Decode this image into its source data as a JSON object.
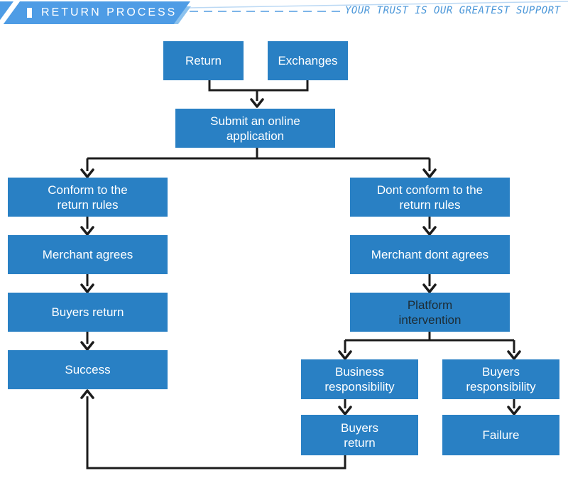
{
  "header": {
    "title": "RETURN PROCESS",
    "slogan": "YOUR TRUST IS OUR GREATEST SUPPORT",
    "colors": {
      "banner_blue": "#4e9ce5",
      "accent_light_blue": "#8cc2ee",
      "slogan_text": "#4b97d9",
      "dashed_line": "#7db5e8"
    }
  },
  "flowchart": {
    "box_color": "#2980c4",
    "box_text_color": "#ffffff",
    "platform_text_color": "#1d2b33",
    "connector_color": "#1c1c1c",
    "nodes": {
      "return_box": {
        "label": "Return"
      },
      "exchanges": {
        "label": "Exchanges"
      },
      "submit": {
        "label": "Submit an online\napplication"
      },
      "conform": {
        "label": "Conform to the\nreturn rules"
      },
      "dont_conform": {
        "label": "Dont conform to the\nreturn rules"
      },
      "merchant_agrees": {
        "label": "Merchant agrees"
      },
      "merchant_dont_agrees": {
        "label": "Merchant dont agrees"
      },
      "buyers_return": {
        "label": "Buyers return"
      },
      "platform_intervention": {
        "label": "Platform\nintervention"
      },
      "success": {
        "label": "Success"
      },
      "business_responsibility": {
        "label": "Business\nresponsibility"
      },
      "buyers_responsibility": {
        "label": "Buyers\nresponsibility"
      },
      "buyers_return_2": {
        "label": "Buyers\nreturn"
      },
      "failure": {
        "label": "Failure"
      }
    },
    "edges": [
      {
        "from": "return_box",
        "to": "submit"
      },
      {
        "from": "exchanges",
        "to": "submit"
      },
      {
        "from": "submit",
        "to": "conform"
      },
      {
        "from": "submit",
        "to": "dont_conform"
      },
      {
        "from": "conform",
        "to": "merchant_agrees"
      },
      {
        "from": "merchant_agrees",
        "to": "buyers_return"
      },
      {
        "from": "buyers_return",
        "to": "success"
      },
      {
        "from": "dont_conform",
        "to": "merchant_dont_agrees"
      },
      {
        "from": "merchant_dont_agrees",
        "to": "platform_intervention"
      },
      {
        "from": "platform_intervention",
        "to": "business_responsibility"
      },
      {
        "from": "platform_intervention",
        "to": "buyers_responsibility"
      },
      {
        "from": "business_responsibility",
        "to": "buyers_return_2"
      },
      {
        "from": "buyers_responsibility",
        "to": "failure"
      },
      {
        "from": "buyers_return_2",
        "to": "success"
      }
    ]
  }
}
